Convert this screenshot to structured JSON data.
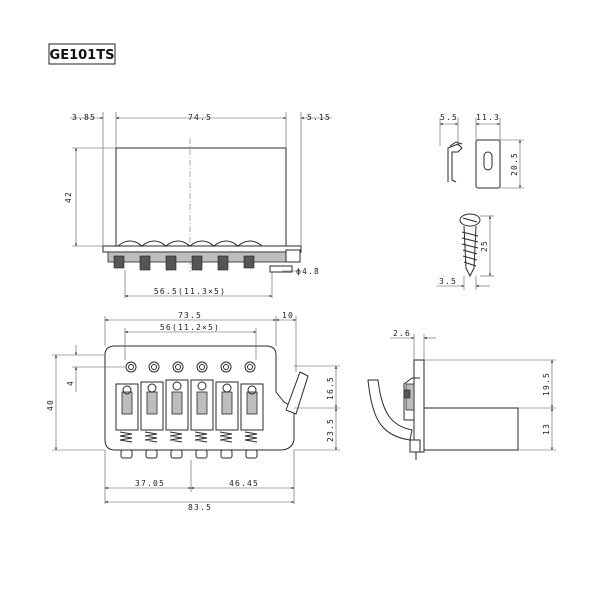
{
  "model_label": "GE101TS",
  "top_view": {
    "dims": {
      "left_offset": "3.85",
      "plate_width": "74.5",
      "right_offset": "5.15",
      "plate_depth": "42",
      "screw_span": "56.5(11.3×5)",
      "hole_dia": "ϕ4.8"
    }
  },
  "clip_part": {
    "dims": {
      "width_a": "5.5",
      "width_b": "11.3",
      "height": "20.5"
    }
  },
  "screw_part": {
    "dims": {
      "length": "25",
      "dia": "3.5"
    }
  },
  "front_view": {
    "dims": {
      "overall_top": "73.5",
      "arm_offset": "10",
      "saddle_span": "56(11.2×5)",
      "height": "40",
      "top_offset": "4",
      "arm_height": "16.5",
      "block_height": "23.5",
      "left_span": "37.05",
      "right_span": "46.45",
      "overall_bottom": "83.5"
    }
  },
  "side_view": {
    "dims": {
      "top_offset": "2.6",
      "height": "19.5",
      "lower": "13"
    }
  }
}
